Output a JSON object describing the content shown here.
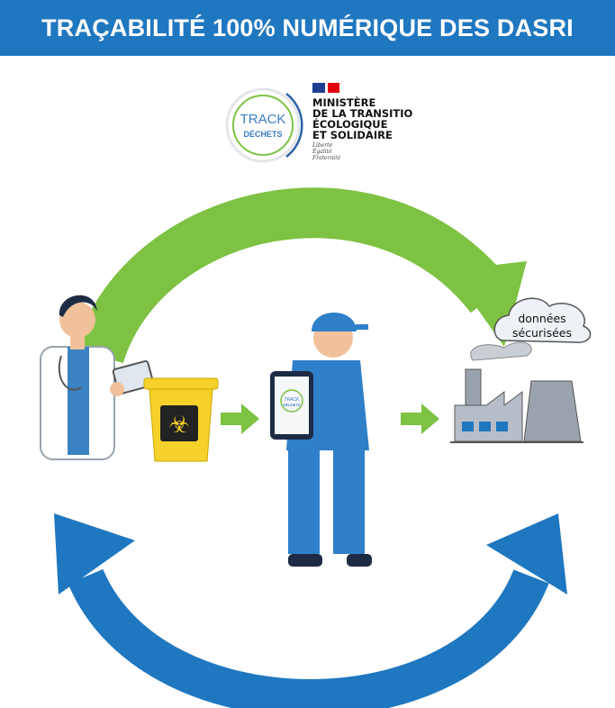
{
  "header": {
    "title": "TRAÇABILITÉ 100% NUMÉRIQUE DES DASRI"
  },
  "logos": {
    "track_dechets": {
      "line1": "TRACK",
      "line2": "DÉCHETS"
    },
    "ministry": {
      "lines": [
        "MINISTÈRE",
        "DE LA TRANSITIO",
        "ÉCOLOGIQUE",
        "ET SOLIDAIRE"
      ],
      "motto": [
        "Liberté",
        "Égalité",
        "Fraternité"
      ]
    }
  },
  "cloud": {
    "line1": "données",
    "line2": "sécurisées"
  },
  "tablet_screen": {
    "line1": "TRACK",
    "line2": "DÉCHETS"
  },
  "colors": {
    "header": "#1f77c0",
    "green_arrow": "#7dc242",
    "blue_arrow": "#1f77c0",
    "bin": "#f5d22a",
    "worker": "#2f7fc9"
  }
}
